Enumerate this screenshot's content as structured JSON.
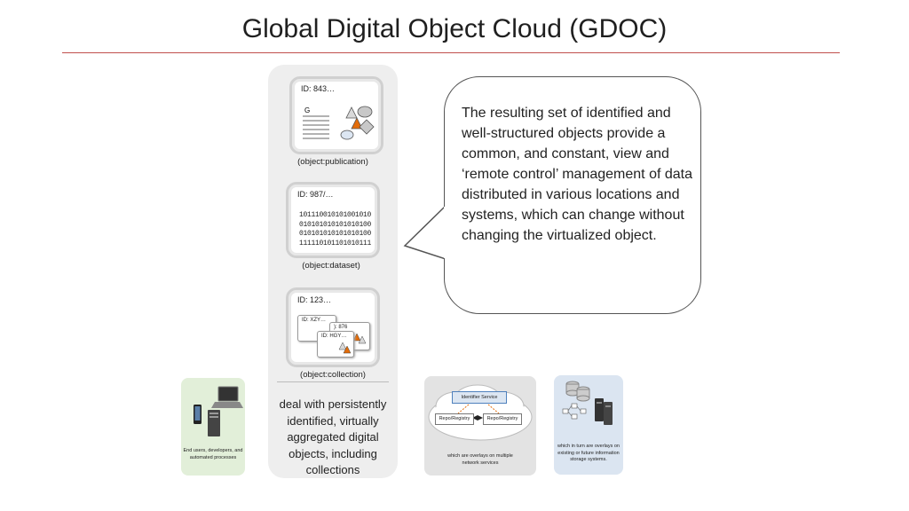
{
  "title": "Global Digital Object Cloud (GDOC)",
  "objects": {
    "publication": {
      "id": "ID: 843…",
      "glyph": "G",
      "caption": "(object:publication)"
    },
    "dataset": {
      "id": "ID: 987/…",
      "binary": [
        "101110010101001010",
        "010101010101010100",
        "010101010101010100",
        "111110101101010111"
      ],
      "caption": "(object:dataset)"
    },
    "collection": {
      "id": "ID: 123…",
      "members": [
        "ID: XZY…",
        "): 876",
        "ID: HGY…"
      ],
      "caption": "(object:collection)"
    }
  },
  "column_text": "deal with persistently identified, virtually aggregated digital objects, including collections",
  "bubble_text": "The resulting set of identified and well-structured objects provide a common, and constant, view and ‘remote control’ management of data distributed in various locations and systems, which can change without changing the virtualized object.",
  "panels": {
    "users": {
      "caption": "End users, developers, and automated processes"
    },
    "network": {
      "identifier_service": "Identifier Service",
      "repo_left": "Repo/Registry",
      "repo_right": "Repo/Registry",
      "caption": "which are overlays on multiple network services"
    },
    "storage": {
      "caption": "which in turn are overlays on existing or future information storage systems."
    }
  },
  "colors": {
    "rule": "#c0504d",
    "triangle_orange": "#e36c09",
    "link_blue": "#4f81bd",
    "arrow_orange": "#e36c09"
  }
}
